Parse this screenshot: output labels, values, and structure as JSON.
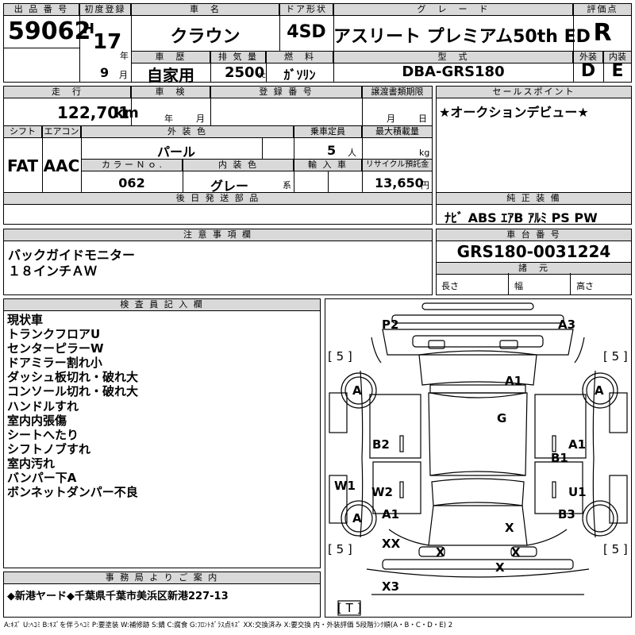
{
  "header": {
    "lot_label": "出 品 番 号",
    "lot_number": "59062",
    "first_reg_label": "初度登録",
    "era_mark": "H",
    "year": "17",
    "year_unit": "年",
    "month": "9",
    "month_unit": "月",
    "car_name_label": "車　名",
    "car_name": "クラウン",
    "door_label": "ドア形状",
    "door": "4SD",
    "grade_label": "グ　レ　ー　ド",
    "grade": "アスリート プレミアム50th ED",
    "score_label": "評価点",
    "score": "R",
    "history_label": "車　歴",
    "history": "自家用",
    "displacement_label": "排 気 量",
    "displacement": "2500",
    "displacement_unit": "cc",
    "fuel_label": "燃　料",
    "fuel": "ｶﾞｿﾘﾝ",
    "model_label": "型　式",
    "model": "DBA-GRS180",
    "exterior_label": "外装",
    "exterior_score": "D",
    "interior_label": "内装",
    "interior_score": "E"
  },
  "row2": {
    "mileage_label": "走　行",
    "mileage": "122,701",
    "mileage_unit": "km",
    "inspection_label": "車　検",
    "year_unit": "年",
    "month_unit": "月",
    "plate_label": "登 録 番 号",
    "transfer_label": "譲渡書類期限",
    "transfer_month_unit": "月",
    "transfer_day_unit": "日",
    "shift_label": "シフト",
    "shift": "FAT",
    "ac_label": "エアコン",
    "ac": "AAC",
    "ext_color_label": "外 装 色",
    "ext_color": "パール",
    "capacity_label": "乗車定員",
    "capacity": "5",
    "capacity_unit": "人",
    "payload_label": "最大積載量",
    "payload_unit": "kg",
    "color_no_label": "カ ラ ー Ｎ ｏ .",
    "color_no": "062",
    "int_color_label": "内 装 色",
    "int_color": "グレー",
    "int_color_suffix": "系",
    "import_label": "輸 入 車",
    "recycle_label": "リサイクル預託金",
    "recycle": "13,650",
    "recycle_unit": "円",
    "later_parts_label": "後 日 発 送 部 品"
  },
  "sales": {
    "label": "セールスポイント",
    "text": "★オークションデビュー★"
  },
  "equipment": {
    "label": "純 正 装 備",
    "text": "ﾅﾋﾞ ABS ｴｱB ｱﾙﾐ PS PW"
  },
  "notes": {
    "label": "注 意 事 項 欄",
    "lines": [
      "バックガイドモニター",
      "１８インチＡＷ"
    ]
  },
  "chassis": {
    "label": "車 台 番 号",
    "number": "GRS180-0031224",
    "dims_label": "諸　元",
    "length_label": "長さ",
    "width_label": "幅",
    "height_label": "高さ"
  },
  "inspector": {
    "label": "検 査 員 記 入 欄",
    "lines": [
      "現状車",
      "トランクフロアU",
      "センターピラーW",
      "ドアミラー割れ小",
      "ダッシュ板切れ・破れ大",
      "コンソール切れ・破れ大",
      "ハンドルすれ",
      "室内内張傷",
      "シートへたり",
      "シフトノブすれ",
      "室内汚れ",
      "バンパー下A",
      "ボンネットダンパー不良"
    ]
  },
  "office": {
    "label": "事 務 局 よ り ご 案 内",
    "text": "◆新港ヤード◆千葉県千葉市美浜区新港227-13"
  },
  "diagram": {
    "tire_fl": "[ 5 ]",
    "tire_fr": "[ 5 ]",
    "tire_rl": "[ 5 ]",
    "tire_rr": "[ 5 ]",
    "spare": "[ T ]",
    "marks": {
      "p2": "P2",
      "a3": "A3",
      "a1_hood": "A1",
      "wheel_fl": "A",
      "wheel_fr": "A",
      "g": "G",
      "b2": "B2",
      "a1_right": "A1",
      "b1": "B1",
      "w1": "W1",
      "w2": "W2",
      "u1": "U1",
      "a1_left": "A1",
      "wheel_rl": "A",
      "b3": "B3",
      "x_trunk": "X",
      "xx": "XX",
      "x_lamp_l": "X",
      "x_lamp_r": "X",
      "x_bumper": "X",
      "x3": "X3"
    }
  },
  "legend": "A:ｷｽﾞ  U:ﾍｺﾐ B:ｷｽﾞを伴うﾍｺﾐ P:要塗装 W:補修跡 S:錆 C:腐食 G:ﾌﾛﾝﾄｶﾞﾗｽ点ｷｽﾞ XX:交換済み X:要交換  内・外装評価  5段階ﾗﾝｸ順(A・B・C・D・E) 2"
}
